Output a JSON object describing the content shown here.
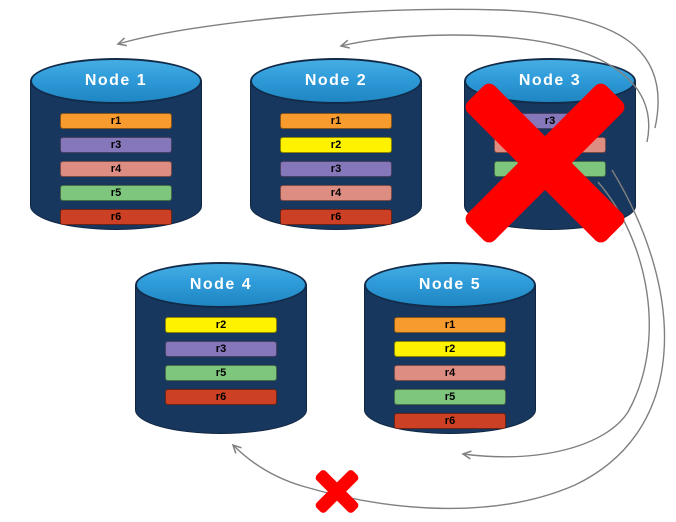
{
  "colors": {
    "arrow": "#808080",
    "cross": "#FF0000",
    "cylinder_body": "#17375E",
    "cylinder_top": "#2E9BD9",
    "node_label_text": "#FFFFFF",
    "replica_label_text": "#000000"
  },
  "replica_palette": {
    "r1": "#F79B2E",
    "r2": "#FFF200",
    "r3": "#8577B9",
    "r4": "#DE8D83",
    "r5": "#7EC57E",
    "r6": "#CC4125"
  },
  "nodes": [
    {
      "label": "Node 1",
      "failed": false,
      "replicas": [
        {
          "label": "r1",
          "color": "#F79B2E"
        },
        {
          "label": "r3",
          "color": "#8577B9"
        },
        {
          "label": "r4",
          "color": "#DE8D83"
        },
        {
          "label": "r5",
          "color": "#7EC57E"
        },
        {
          "label": "r6",
          "color": "#CC4125"
        }
      ]
    },
    {
      "label": "Node 2",
      "failed": false,
      "replicas": [
        {
          "label": "r1",
          "color": "#F79B2E"
        },
        {
          "label": "r2",
          "color": "#FFF200"
        },
        {
          "label": "r3",
          "color": "#8577B9"
        },
        {
          "label": "r4",
          "color": "#DE8D83"
        },
        {
          "label": "r6",
          "color": "#CC4125"
        }
      ]
    },
    {
      "label": "Node 3",
      "failed": true,
      "replicas": [
        {
          "label": "r3",
          "color": "#8577B9"
        },
        {
          "label": "r4",
          "color": "#DE8D83"
        },
        {
          "label": "r5",
          "color": "#7EC57E"
        }
      ]
    },
    {
      "label": "Node 4",
      "failed": false,
      "replicas": [
        {
          "label": "r2",
          "color": "#FFF200"
        },
        {
          "label": "r3",
          "color": "#8577B9"
        },
        {
          "label": "r5",
          "color": "#7EC57E"
        },
        {
          "label": "r6",
          "color": "#CC4125"
        }
      ]
    },
    {
      "label": "Node 5",
      "failed": false,
      "replicas": [
        {
          "label": "r1",
          "color": "#F79B2E"
        },
        {
          "label": "r2",
          "color": "#FFF200"
        },
        {
          "label": "r4",
          "color": "#DE8D83"
        },
        {
          "label": "r5",
          "color": "#7EC57E"
        },
        {
          "label": "r6",
          "color": "#CC4125"
        }
      ]
    }
  ]
}
